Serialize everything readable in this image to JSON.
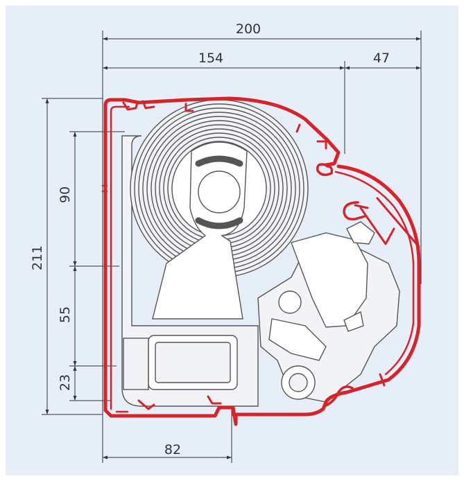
{
  "colors": {
    "background": "#e6eef8",
    "profile_red": "#d8232a",
    "line_dark": "#4a4a4a",
    "line_mid": "#6a6a6a",
    "fill_light": "#f1f3f6",
    "fill_white": "#ffffff"
  },
  "dimensions": {
    "total_width": "200",
    "box_width": "154",
    "arm_width": "47",
    "total_height": "211",
    "upper_height": "90",
    "middle_height": "55",
    "lower_height": "23",
    "bottom_width": "82"
  }
}
